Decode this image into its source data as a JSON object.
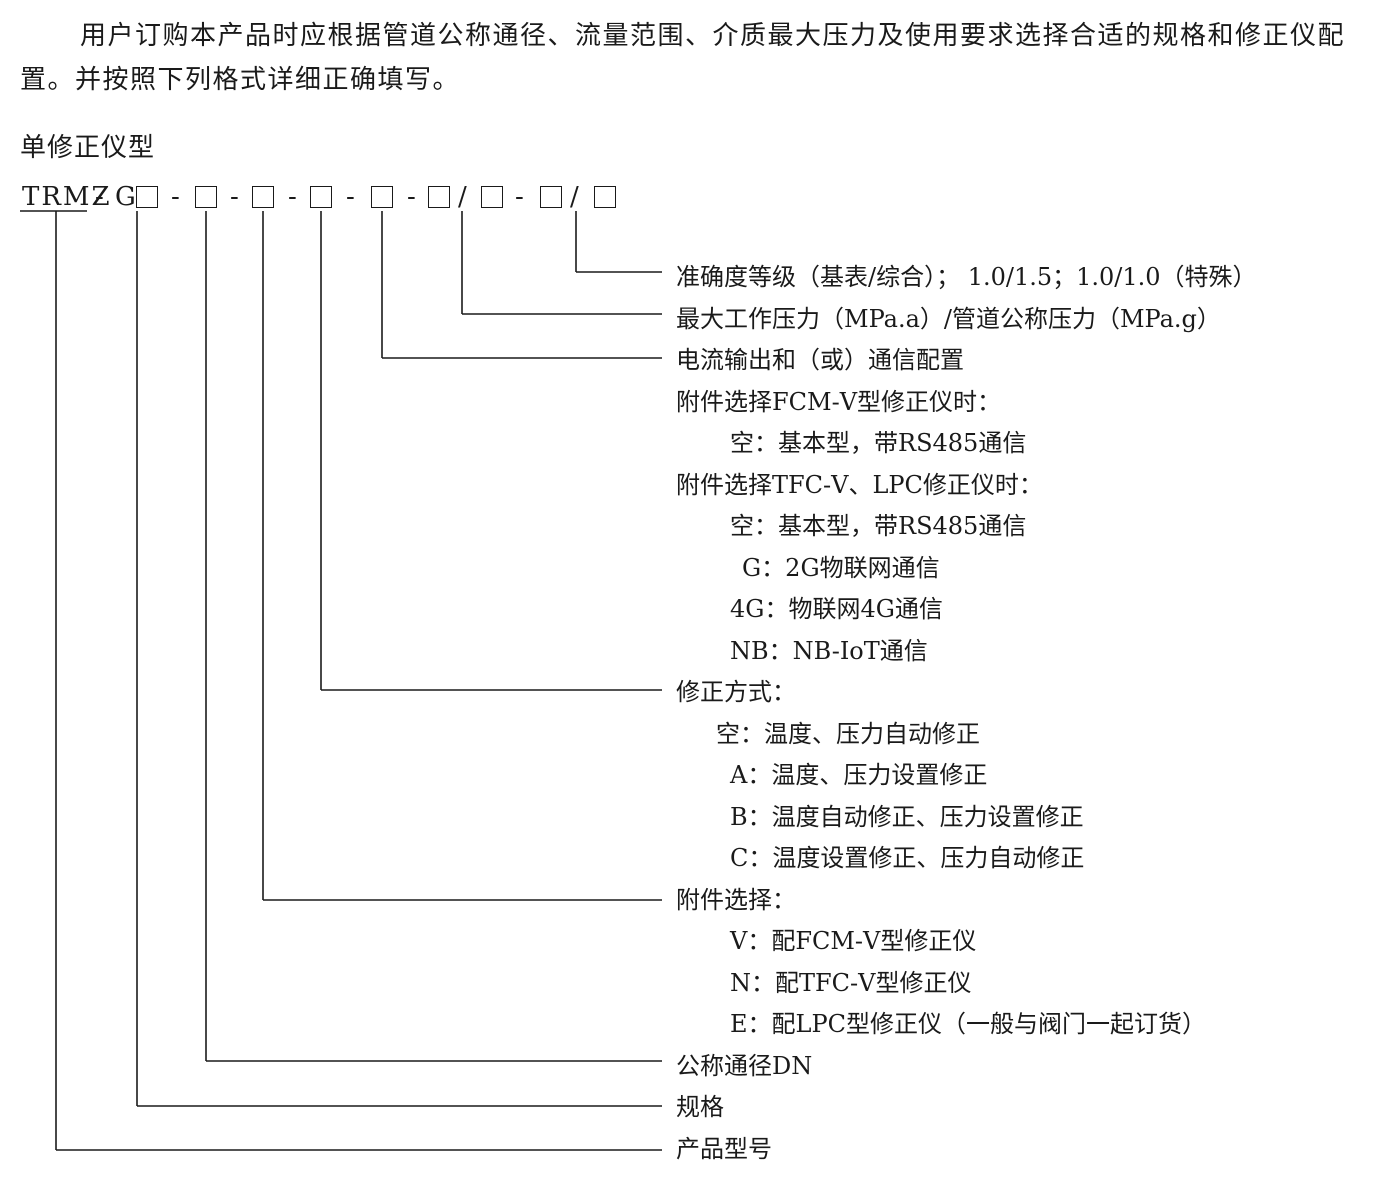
{
  "intro": "用户订购本产品时应根据管道公称通径、流量范围、介质最大压力及使用要求选择合适的规格和修正仪配置。并按照下列格式详细正确填写。",
  "heading": "单修正仪型",
  "model_code": {
    "prefix": "TRMZ",
    "dash": "-",
    "g": "G",
    "slash": "/"
  },
  "descriptions": [
    {
      "text": "准确度等级（基表/综合）；  1.0/1.5；1.0/1.0（特殊）"
    },
    {
      "text": "最大工作压力（MPa.a）/管道公称压力（MPa.g）"
    },
    {
      "text": "电流输出和（或）通信配置"
    },
    {
      "text": "附件选择FCM-Ⅴ型修正仪时："
    },
    {
      "text": "空：基本型，带RS485通信"
    },
    {
      "text": "附件选择TFC-Ⅴ、LPC修正仪时："
    },
    {
      "text": "空：基本型，带RS485通信"
    },
    {
      "text": "G：2G物联网通信"
    },
    {
      "text": "4G：物联网4G通信"
    },
    {
      "text": "NB：NB-IoT通信"
    },
    {
      "text": "修正方式："
    },
    {
      "text": "空：温度、压力自动修正"
    },
    {
      "text": "A：温度、压力设置修正"
    },
    {
      "text": "B：温度自动修正、压力设置修正"
    },
    {
      "text": "C：温度设置修正、压力自动修正"
    },
    {
      "text": "附件选择："
    },
    {
      "text": "V：配FCM-Ⅴ型修正仪"
    },
    {
      "text": "N：配TFC-Ⅴ型修正仪"
    },
    {
      "text": "E：配LPC型修正仪（一般与阀门一起订货）"
    },
    {
      "text": "公称通径DN"
    },
    {
      "text": "规格"
    },
    {
      "text": "产品型号"
    }
  ]
}
